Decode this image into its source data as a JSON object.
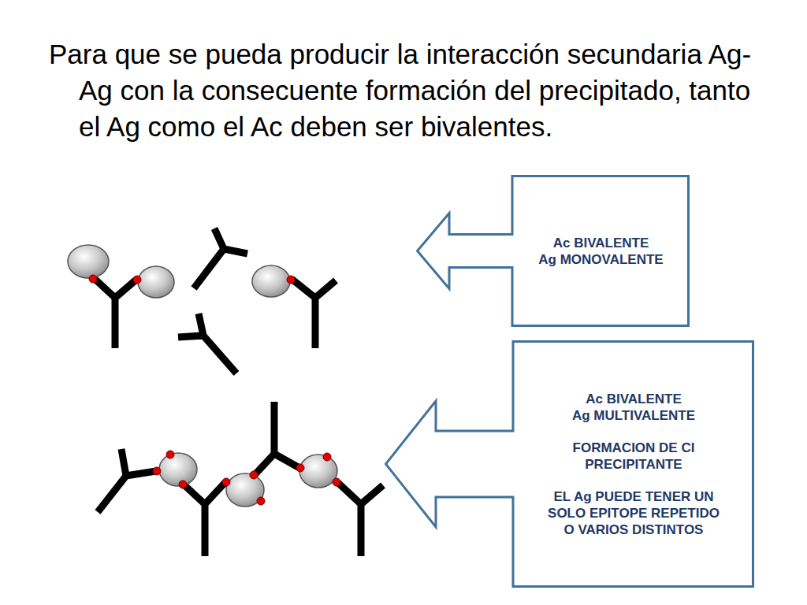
{
  "diagram": {
    "title": "Para que se pueda producir la interacción secundaria Ag-Ag con la consecuente formación del precipitado, tanto el Ag como el Ac deben ser bivalentes.",
    "nodes": [
      {
        "text": [
          "Ac BIVALENTE",
          "Ag MONOVALENTE"
        ]
      },
      {
        "text": [
          "Ac BIVALENTE",
          "Ag MULTIVALENTE",
          "FORMACION DE CI PRECIPITANTE",
          "EL Ag PUEDE TENER UN SOLO EPITOPE REPETIDO O VARIOS DISTINTOS"
        ]
      }
    ]
  }
}
